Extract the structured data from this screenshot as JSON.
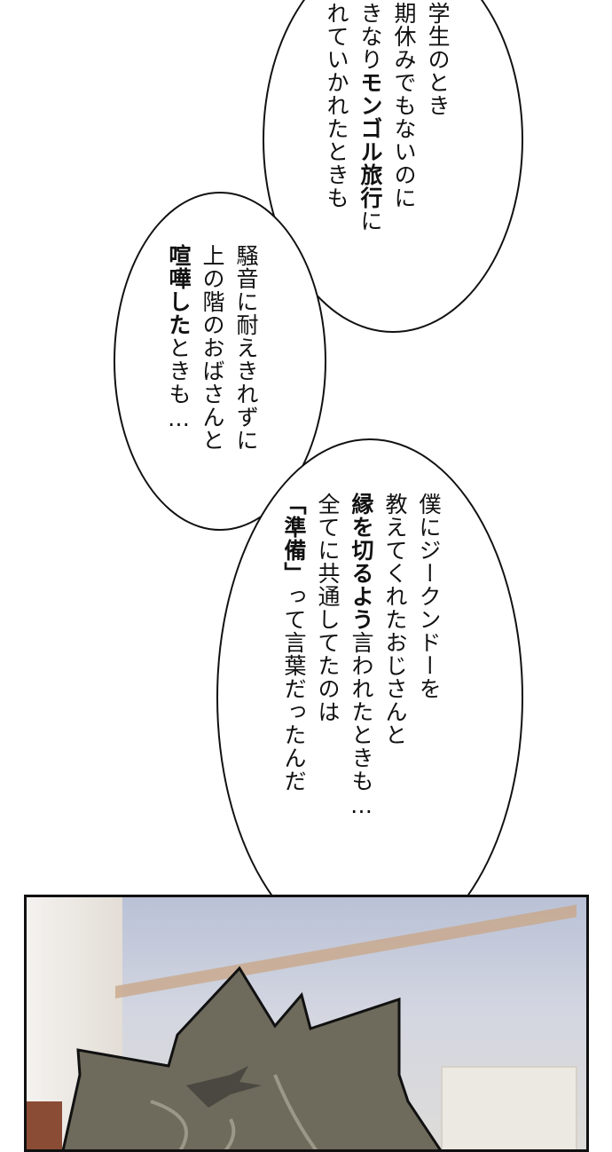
{
  "bubbles": [
    {
      "id": "bubble-1",
      "lines": [
        {
          "text": "学生のとき",
          "bold": false
        },
        {
          "text": "期休みでもないのに",
          "bold": false
        },
        {
          "text": "きなり",
          "bold": false,
          "bold_part": "モンゴル旅行",
          "tail": "に"
        },
        {
          "text": "れていかれたときも",
          "bold": false
        }
      ]
    },
    {
      "id": "bubble-2",
      "lines": [
        {
          "text": "騒音に耐えきれずに",
          "bold": false
        },
        {
          "text": "上の階のおばさんと",
          "bold": false
        },
        {
          "bold_part": "喧嘩した",
          "tail": "ときも…"
        }
      ]
    },
    {
      "id": "bubble-3",
      "lines": [
        {
          "text": "僕にジークンドーを",
          "bold": false
        },
        {
          "text": "教えてくれたおじさんと",
          "bold": false
        },
        {
          "bold_part": "縁を切るよう",
          "tail": "言われたときも…"
        },
        {
          "text": "全てに共通してたのは",
          "bold": false
        },
        {
          "bold_part": "「準備」",
          "tail": "って言葉だったんだ"
        }
      ]
    }
  ],
  "panel": {
    "description": "spiky-haired character seen from behind in a room",
    "hair_color": "#6e6a5c",
    "sky_color": "#b9c1d6"
  }
}
